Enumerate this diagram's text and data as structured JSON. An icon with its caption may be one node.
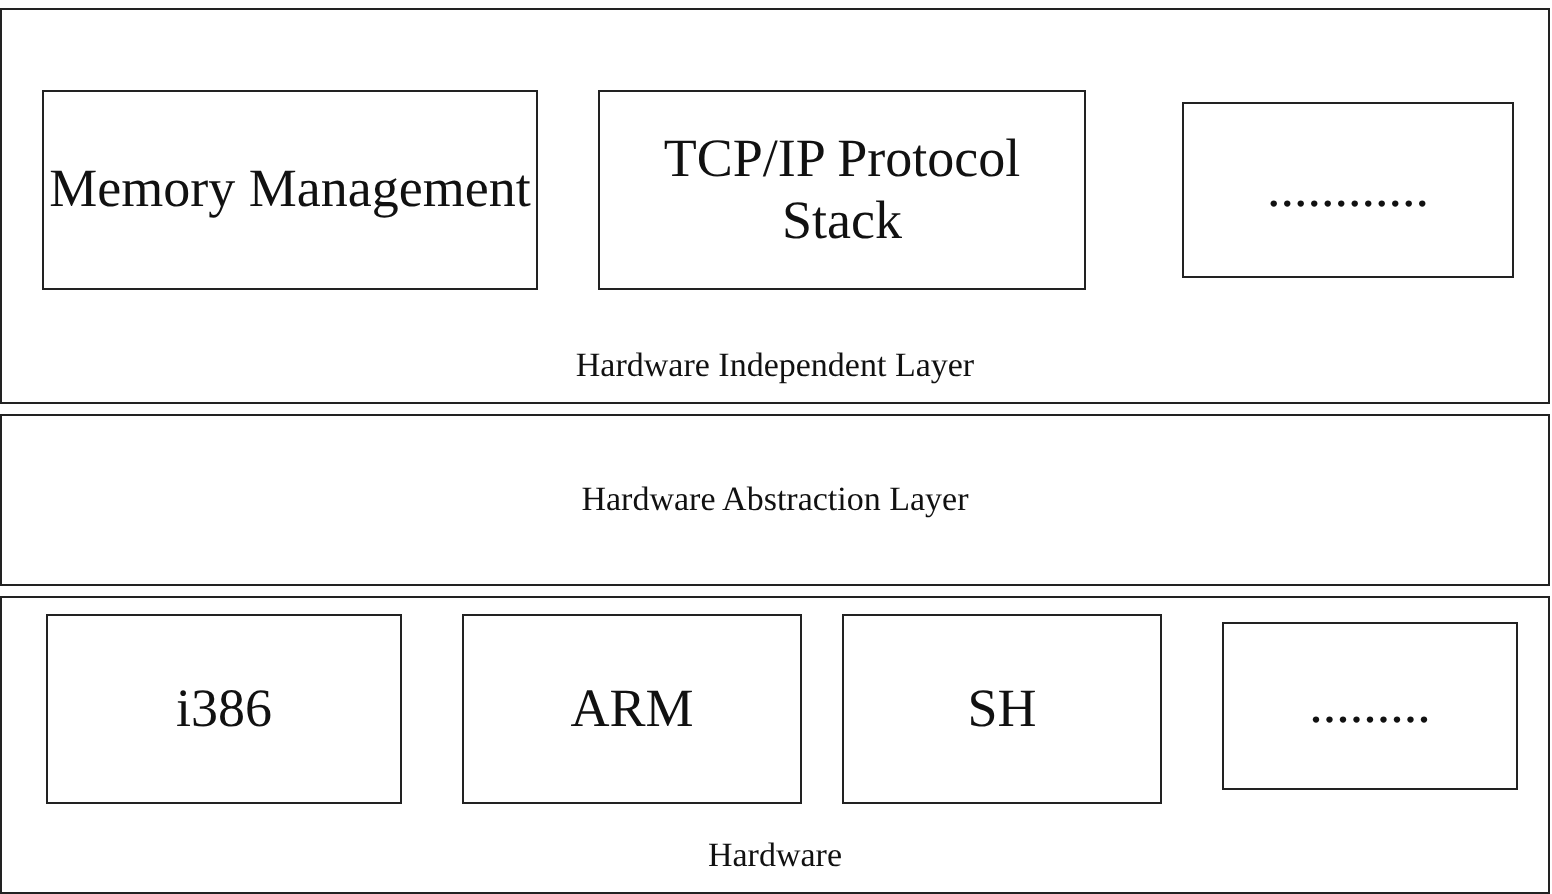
{
  "diagram": {
    "nodes": [
      {
        "text": [
          "Hardware Independent Layer"
        ]
      },
      {
        "text": [
          "Memory Management"
        ],
        "in": 0
      },
      {
        "text": [
          "TCP/IP Protocol Stack"
        ],
        "in": 0
      },
      {
        "text": [
          "............"
        ],
        "in": 0
      },
      {
        "text": [
          "Hardware Abstraction Layer"
        ]
      },
      {
        "text": [
          "Hardware"
        ]
      },
      {
        "text": [
          "i386"
        ],
        "in": 5
      },
      {
        "text": [
          "ARM"
        ],
        "in": 5
      },
      {
        "text": [
          "SH"
        ],
        "in": 5
      },
      {
        "text": [
          "........."
        ],
        "in": 5
      }
    ]
  }
}
